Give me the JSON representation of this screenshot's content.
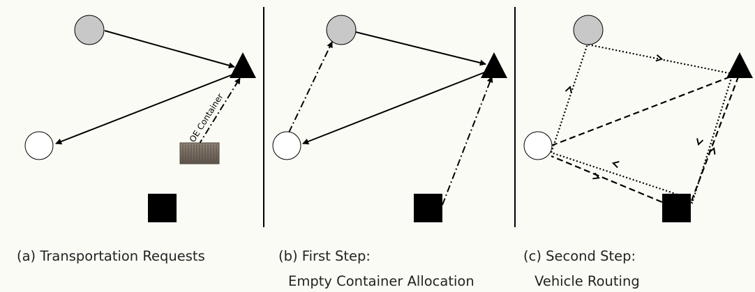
{
  "panels": {
    "a": {
      "caption": "(a) Transportation Requests",
      "container_label": "OE Container"
    },
    "b": {
      "caption_line1": "(b) First Step:",
      "caption_line2": "Empty Container Allocation"
    },
    "c": {
      "caption_line1": "(c) Second Step:",
      "caption_line2": "Vehicle Routing"
    }
  },
  "colors": {
    "background": "#fbfbf5",
    "gray_node": "#c8c8c8",
    "white_node": "#ffffff",
    "black_node": "#000000",
    "line": "#000000",
    "container": "#7b6e62"
  }
}
